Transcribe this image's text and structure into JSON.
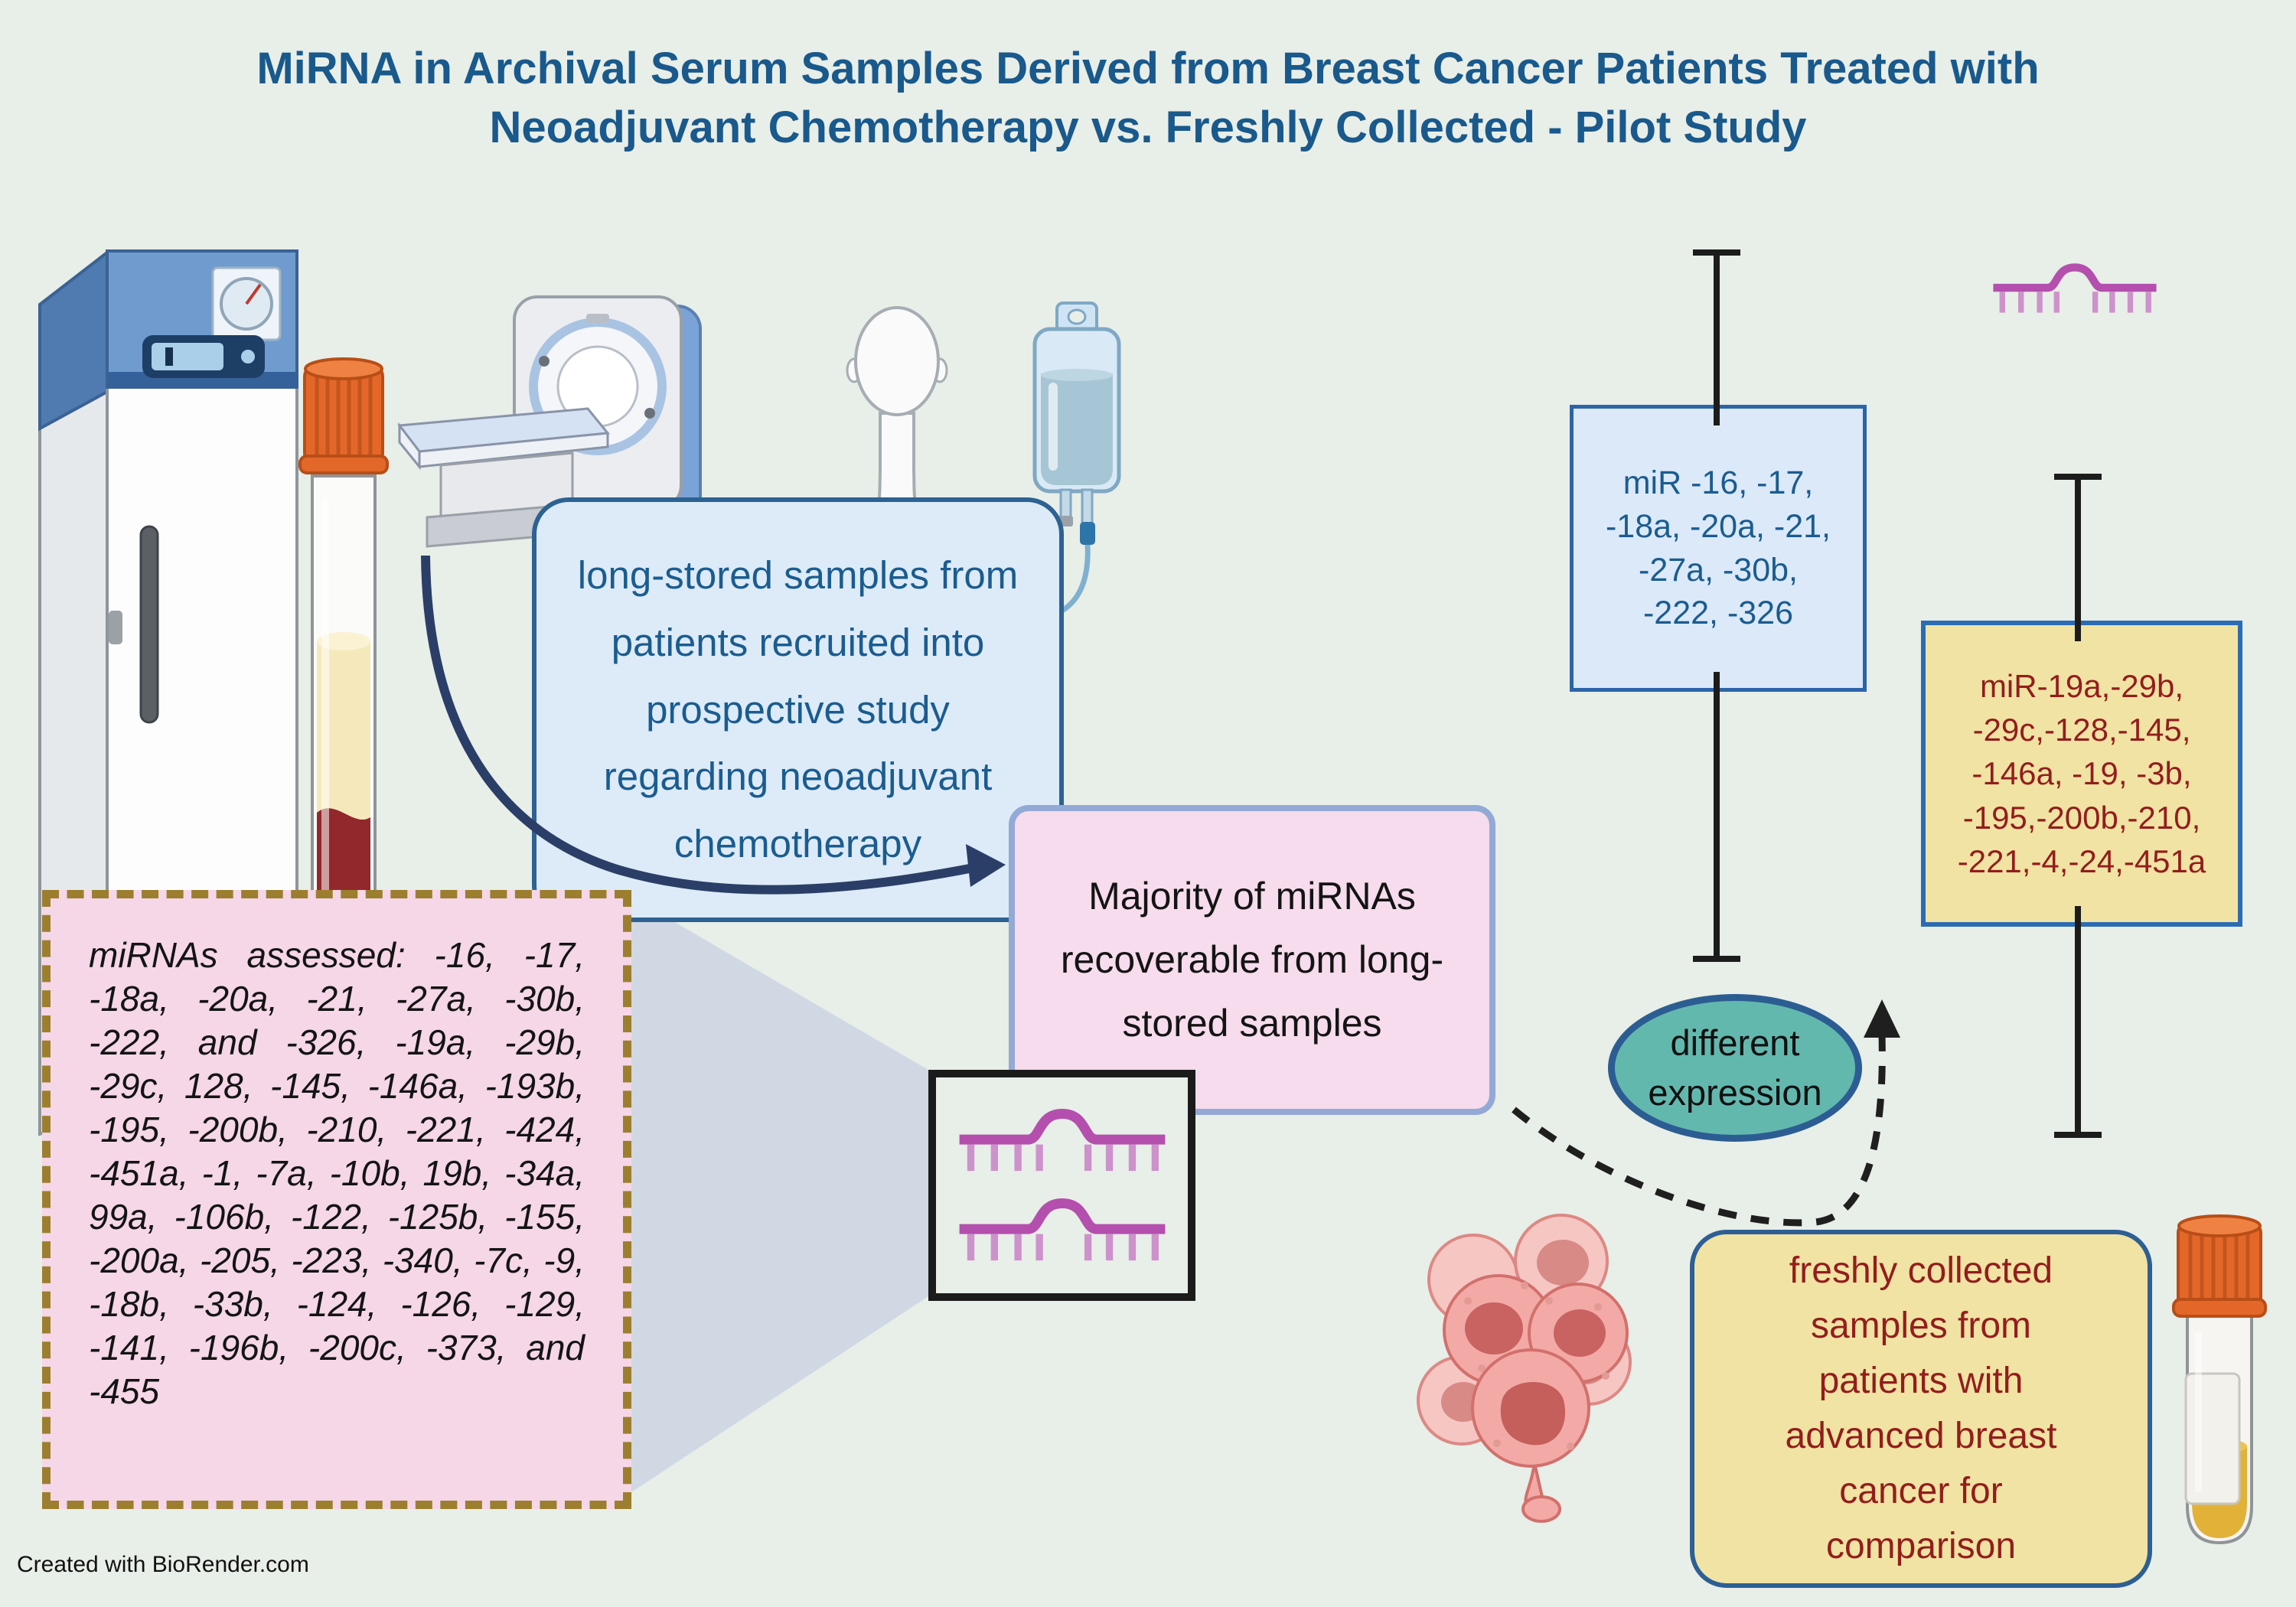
{
  "title": {
    "line1": "MiRNA in Archival Serum Samples Derived from Breast Cancer Patients Treated with",
    "line2": "Neoadjuvant Chemotherapy vs. Freshly Collected - Pilot Study"
  },
  "boxes": {
    "long_stored": {
      "text": "long-stored samples from patients recruited into prospective study regarding neoadjuvant chemotherapy"
    },
    "majority": {
      "text": "Majority of miRNAs recoverable from long-stored samples"
    },
    "assessed": {
      "text": "miRNAs assessed: -16, -17, -18a, -20a, -21, -27a, -30b, -222, and -326, -19a, -29b, -29c, 128, -145, -146a, -193b, -195, -200b, -210, -221, -424, -451a, -1, -7a, -10b, 19b, -34a, 99a, -106b, -122, -125b, -155, -200a, -205, -223, -340, -7c, -9, -18b, -33b, -124, -126, -129, -141, -196b, -200c, -373, and -455"
    },
    "recoverable": {
      "lines": [
        "miR -16, -17,",
        "-18a, -20a, -21,",
        "-27a, -30b,",
        "-222, -326"
      ]
    },
    "different_mirs": {
      "lines": [
        "miR-19a,-29b,",
        "-29c,-128,-145,",
        "-146a, -19, -3b,",
        "-195,-200b,-210,",
        "-221,-4,-24,-451a"
      ]
    },
    "different_expression": {
      "text": "different expression"
    },
    "freshly_collected": {
      "text": "freshly collected samples from patients with advanced breast cancer for comparison"
    }
  },
  "footer": {
    "credit": "Created with BioRender.com"
  },
  "illustrations": [
    "laboratory-freezer-icon",
    "serum-tube-icon",
    "ct-scanner-icon",
    "patient-figure-icon",
    "iv-bag-icon",
    "mirna-strand-icon",
    "mirna-pair-box",
    "cancer-cells-icon",
    "sample-tube-icon"
  ],
  "colors": {
    "background": "#e8eee8",
    "title_text": "#19598c",
    "blue_box_fill": "#dcebf7",
    "blue_box_border": "#2d6292",
    "pink_box_fill": "#f6dcec",
    "pink_box_border": "#93a9d6",
    "dashed_box_fill": "#f5d7e8",
    "dashed_box_border": "#9c7f2e",
    "yellow_box_fill": "#f1e3a3",
    "yellow_box_border": "#2b6cb4",
    "teal_ellipse_fill": "#63b8ae",
    "dark_red_text": "#931d1d",
    "mirna_strand": "#b44fae",
    "mirna_ticks": "#cd92cb",
    "arrow_navy": "#2b3e67"
  }
}
